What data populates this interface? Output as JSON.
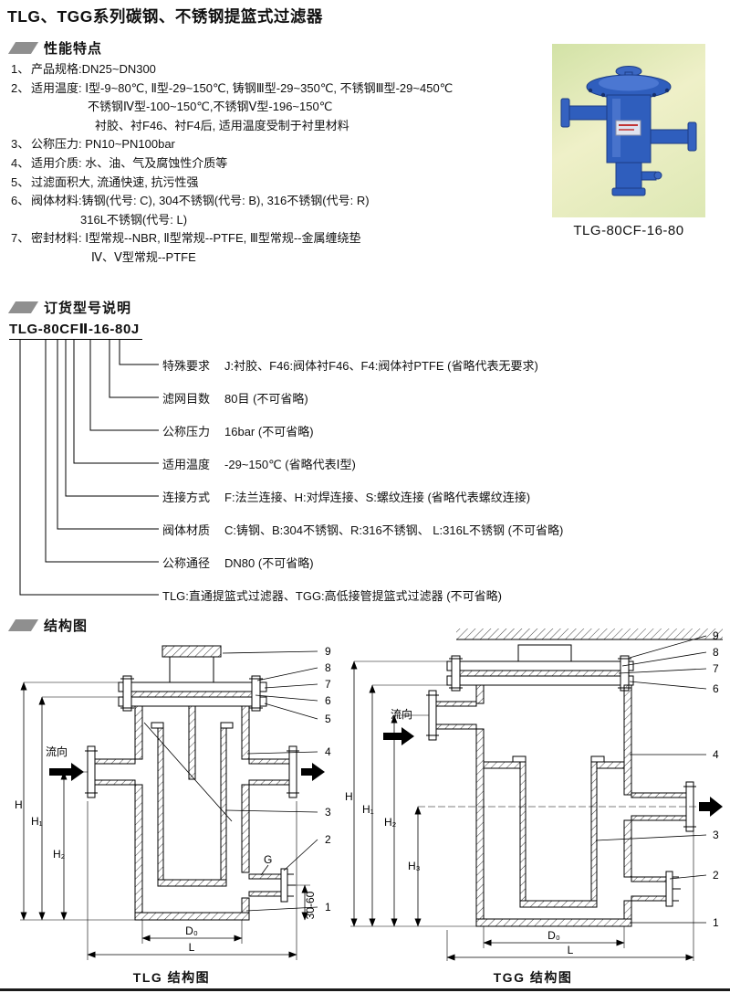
{
  "page": {
    "title": "TLG、TGG系列碳钢、不锈钢提篮式过滤器"
  },
  "features": {
    "heading": "性能特点",
    "lines": [
      {
        "num": "1、",
        "text": "产品规格:DN25~DN300"
      },
      {
        "num": "2、",
        "text": "适用温度: Ⅰ型-9~80℃, Ⅱ型-29~150℃, 铸钢Ⅲ型-29~350℃, 不锈钢Ⅲ型-29~450℃"
      },
      {
        "num": "",
        "text": "不锈钢Ⅳ型-100~150℃,不锈钢Ⅴ型-196~150℃"
      },
      {
        "num": "",
        "text": "衬胶、衬F46、衬F4后, 适用温度受制于衬里材料"
      },
      {
        "num": "3、",
        "text": "公称压力: PN10~PN100bar"
      },
      {
        "num": "4、",
        "text": "适用介质: 水、油、气及腐蚀性介质等"
      },
      {
        "num": "5、",
        "text": "过滤面积大, 流通快速, 抗污性强"
      },
      {
        "num": "6、",
        "text": "阀体材料:铸钢(代号: C), 304不锈钢(代号: B), 316不锈钢(代号: R)"
      },
      {
        "num": "",
        "text": "316L不锈钢(代号: L)"
      },
      {
        "num": "7、",
        "text": "密封材料: Ⅰ型常规--NBR, Ⅱ型常规--PTFE, Ⅲ型常规--金属缠绕垫"
      },
      {
        "num": "",
        "text": "Ⅳ、Ⅴ型常规--PTFE"
      }
    ]
  },
  "product": {
    "caption": "TLG-80CF-16-80",
    "body_color": "#2f5ebd"
  },
  "ordering": {
    "heading": "订货型号说明",
    "code": "TLG-80CFⅡ-16-80J",
    "rows": [
      {
        "label": "特殊要求",
        "desc": "J:衬胶、F46:阀体衬F46、F4:阀体衬PTFE (省略代表无要求)"
      },
      {
        "label": "滤网目数",
        "desc": "80目 (不可省略)"
      },
      {
        "label": "公称压力",
        "desc": "16bar (不可省略)"
      },
      {
        "label": "适用温度",
        "desc": "-29~150℃ (省略代表Ⅰ型)"
      },
      {
        "label": "连接方式",
        "desc": "F:法兰连接、H:对焊连接、S:螺纹连接 (省略代表螺纹连接)"
      },
      {
        "label": "阀体材质",
        "desc": "C:铸钢、B:304不锈钢、R:316不锈钢、 L:316L不锈钢 (不可省略)"
      },
      {
        "label": "公称通径",
        "desc": "DN80 (不可省略)"
      },
      {
        "label": "",
        "desc": "TLG:直通提篮式过滤器、TGG:高低接管提篮式过滤器 (不可省略)"
      }
    ]
  },
  "structure": {
    "heading": "结构图",
    "flow_label": "流向",
    "tlg": {
      "caption": "TLG 结构图",
      "parts": [
        "9",
        "8",
        "7",
        "6",
        "5",
        "4",
        "3",
        "2",
        "1"
      ],
      "dims": {
        "h": "H",
        "h1": "H₁",
        "h2": "H₂",
        "g": "G",
        "d0": "D₀",
        "l": "L",
        "range": "30-60"
      }
    },
    "tgg": {
      "caption": "TGG 结构图",
      "parts": [
        "9",
        "8",
        "7",
        "6",
        "4",
        "3",
        "2",
        "1"
      ],
      "dims": {
        "h": "H",
        "h1": "H₁",
        "h2": "H₂",
        "h3": "H₃",
        "d0": "D₀",
        "l": "L"
      }
    }
  }
}
